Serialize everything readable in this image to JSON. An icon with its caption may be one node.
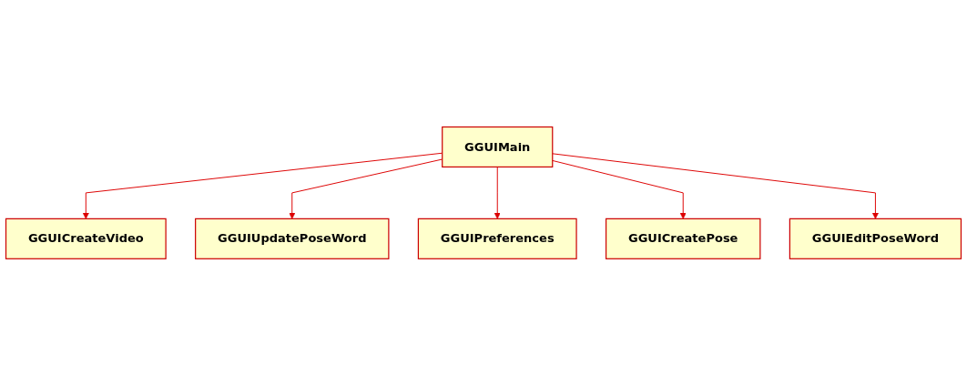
{
  "diagram": {
    "nodes": [
      {
        "text": [
          "GGUIMain"
        ]
      },
      {
        "text": [
          "GGUICreateVideo"
        ]
      },
      {
        "text": [
          "GGUIPreferences"
        ]
      },
      {
        "text": [
          "GGUICreatePose"
        ]
      },
      {
        "text": [
          "GGUIUpdatePoseWord"
        ]
      },
      {
        "text": [
          "GGUIEditPoseWord"
        ]
      }
    ],
    "edges": [
      {
        "from": 0,
        "to": 1,
        "arrow": "to"
      },
      {
        "from": 0,
        "to": 4,
        "arrow": "to"
      },
      {
        "from": 0,
        "to": 2,
        "arrow": "to"
      },
      {
        "from": 0,
        "to": 3,
        "arrow": "to"
      },
      {
        "from": 0,
        "to": 5,
        "arrow": "to"
      }
    ]
  }
}
